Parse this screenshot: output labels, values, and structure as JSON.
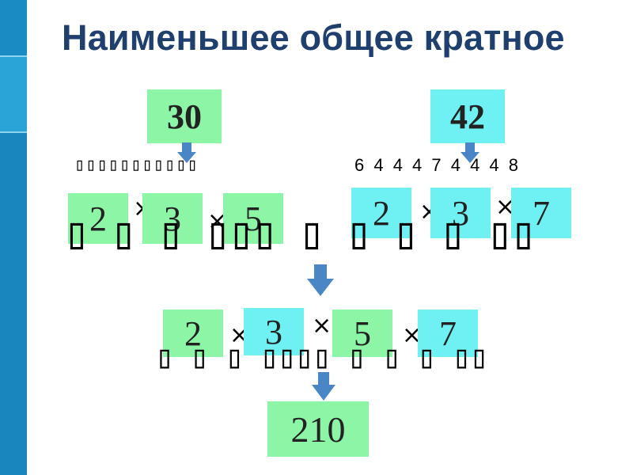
{
  "title": "Наименьшее общее кратное",
  "colors": {
    "sidebar": "#1c8ec6",
    "title": "#1f3f6f",
    "green_box": "#8cf5a6",
    "cyan_box": "#6ff0f2",
    "arrow": "#4a86c5"
  },
  "left": {
    "number": "30",
    "garbled_line": "▯▯▯▯▯▯▯▯▯▯▯",
    "factors": [
      "2",
      "3",
      "5"
    ]
  },
  "right": {
    "number": "42",
    "digit_line": "6 4 4 4 7 4 4 4 8",
    "factors": [
      "2",
      "3",
      "7"
    ]
  },
  "big_garbled": "▯ ▯ ▯ ▯▯▯ ▯ ▯ ▯ ▯ ▯▯",
  "times_symbol": "×",
  "combined": {
    "factors": [
      "2",
      "3",
      "5",
      "7"
    ],
    "garbled_line": "▯ ▯ ▯ ▯▯▯▯ ▯ ▯ ▯ ▯▯"
  },
  "result": "210"
}
